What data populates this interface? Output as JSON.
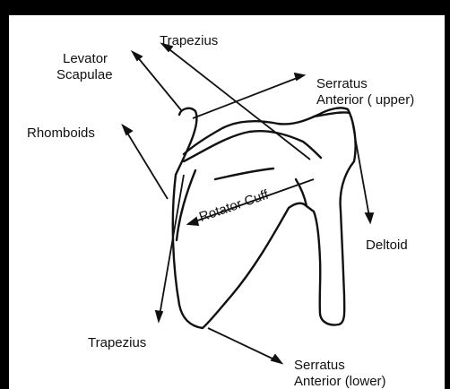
{
  "diagram": {
    "labels": {
      "levator_scapulae": [
        "Levator",
        "Scapulae"
      ],
      "trapezius_top": "Trapezius",
      "serratus_upper": [
        "Serratus",
        "Anterior ( upper)"
      ],
      "rhomboids": "Rhomboids",
      "rotator_cuff": "Rotator Cuff",
      "deltoid": "Deltoid",
      "trapezius_bottom": "Trapezius",
      "serratus_lower": [
        "Serratus",
        "Anterior (lower)"
      ]
    }
  }
}
